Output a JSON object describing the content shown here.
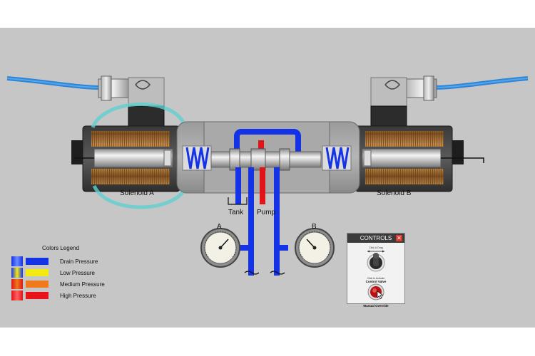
{
  "labels": {
    "solenoid_a": "Solenoid A",
    "solenoid_b": "Solenoid B",
    "tank": "Tank",
    "pump": "Pump",
    "gauge_a": "A",
    "gauge_b": "B"
  },
  "legend": {
    "title": "Colors Legend",
    "items": [
      {
        "label": "Drain Pressure",
        "color": "#1a3cf0"
      },
      {
        "label": "Low Pressure",
        "color": "#f2ea10"
      },
      {
        "label": "Medium Pressure",
        "color": "#f07a1a"
      },
      {
        "label": "High Pressure",
        "color": "#e8141a"
      }
    ]
  },
  "controls": {
    "title": "CONTROLS",
    "close_glyph": "✕",
    "drag_hint": "Click & Drag",
    "activate_hint": "Click to Activate",
    "control_valve": "Control Valve",
    "manual_override": "Manual Override"
  },
  "colors": {
    "drain": "#1432e6",
    "high": "#e11418",
    "glow": "#5fd0cf",
    "hose": "#2b86d8"
  }
}
